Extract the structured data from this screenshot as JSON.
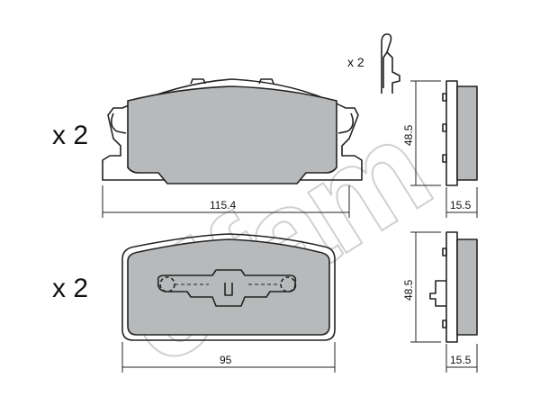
{
  "watermark": {
    "text": "cifam",
    "color": "#cfd0d2"
  },
  "colors": {
    "pad_fill": "#b7b9bb",
    "line": "#222222"
  },
  "top_pad": {
    "quantity": "x 2",
    "clip_quantity": "x 2",
    "width_dim": "115.4",
    "height_dim": "48.5",
    "thickness_dim": "15.5"
  },
  "bottom_pad": {
    "quantity": "x 2",
    "width_dim": "95",
    "height_dim": "48.5",
    "thickness_dim": "15.5"
  }
}
